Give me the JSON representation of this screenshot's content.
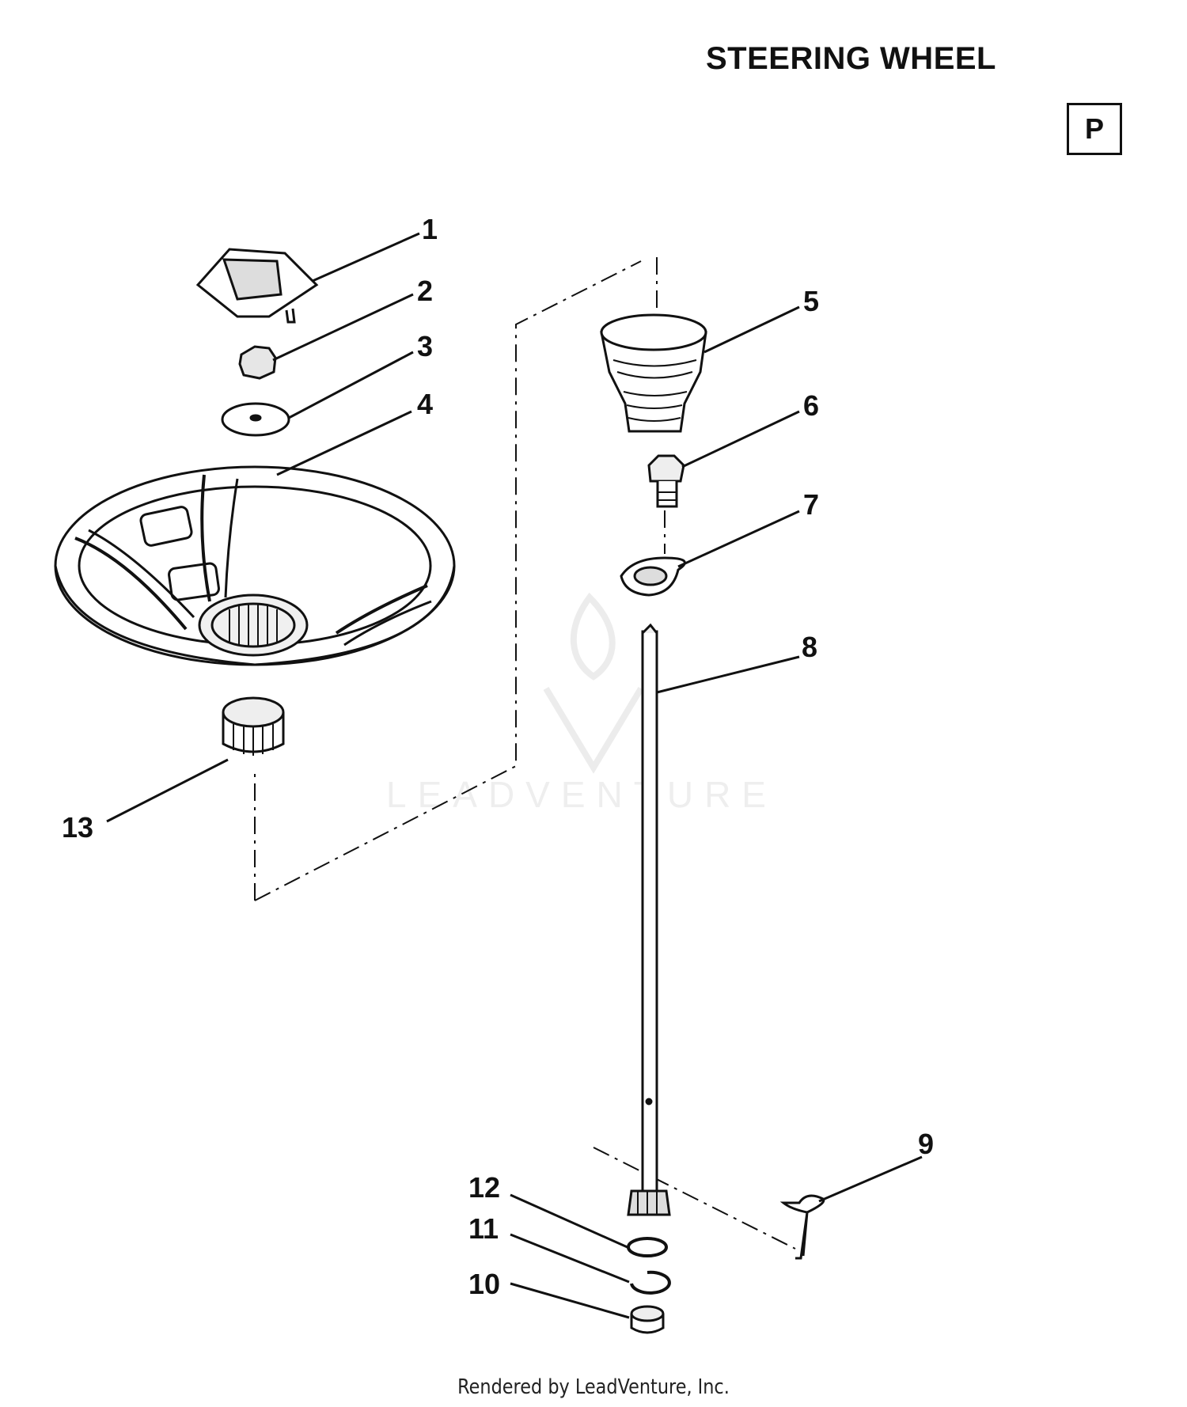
{
  "header": {
    "title": "STEERING WHEEL",
    "section_badge": "P"
  },
  "watermark": {
    "text": "LEADVENTURE"
  },
  "callouts": [
    "1",
    "2",
    "3",
    "4",
    "5",
    "6",
    "7",
    "8",
    "9",
    "10",
    "11",
    "12",
    "13"
  ],
  "footer": {
    "credit": "Rendered by LeadVenture, Inc."
  },
  "colors": {
    "ink": "#111111",
    "watermark": "#eeeeee"
  }
}
